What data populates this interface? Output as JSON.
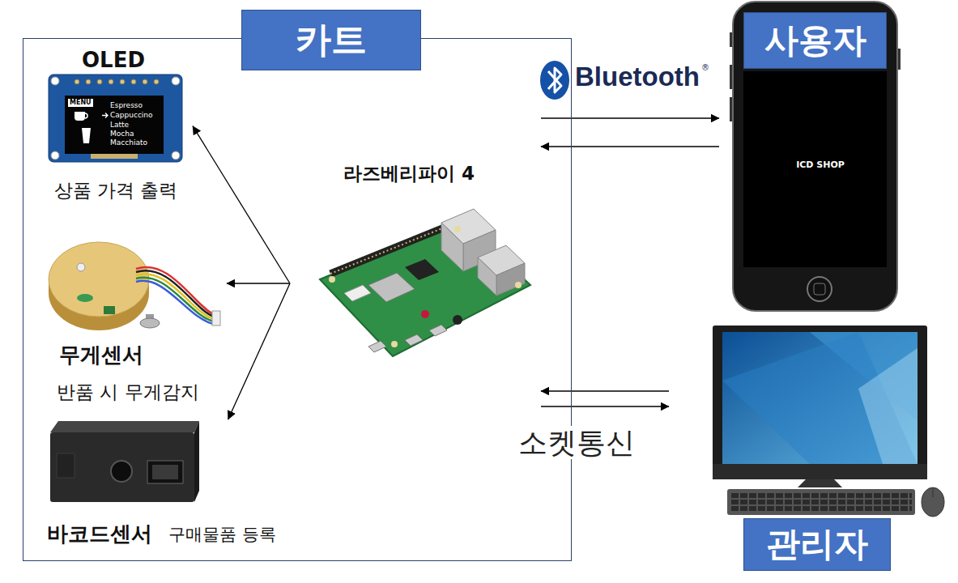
{
  "diagram": {
    "nodes": [
      {
        "text": [
          "카트"
        ]
      },
      {
        "text": [
          "OLED",
          "상품 가격 출력"
        ],
        "in": 0
      },
      {
        "text": [
          "라즈베리파이 4"
        ],
        "in": 0
      },
      {
        "text": [
          "무게센서",
          "반품 시 무게감지"
        ],
        "in": 0
      },
      {
        "text": [
          "바코드센서",
          "구매물품 등록"
        ],
        "in": 0
      },
      {
        "text": [
          "사용자",
          "ICD SHOP"
        ]
      },
      {
        "text": [
          "관리자"
        ]
      }
    ],
    "edges": [
      {
        "from": 2,
        "to": 1,
        "arrow": "to"
      },
      {
        "from": 2,
        "to": 3,
        "arrow": "to"
      },
      {
        "from": 2,
        "to": 4,
        "arrow": "to"
      },
      {
        "from": 2,
        "to": 5,
        "arrow": "to",
        "label": "Bluetooth"
      },
      {
        "from": 5,
        "to": 2,
        "arrow": "to"
      },
      {
        "from": 6,
        "to": 2,
        "arrow": "to"
      },
      {
        "from": 2,
        "to": 6,
        "arrow": "to",
        "label": "소켓통신"
      }
    ],
    "labels": [
      "®",
      "MENU",
      "Espresso",
      "Cappuccino",
      "Latte",
      "Mocha",
      "Macchiato"
    ]
  }
}
